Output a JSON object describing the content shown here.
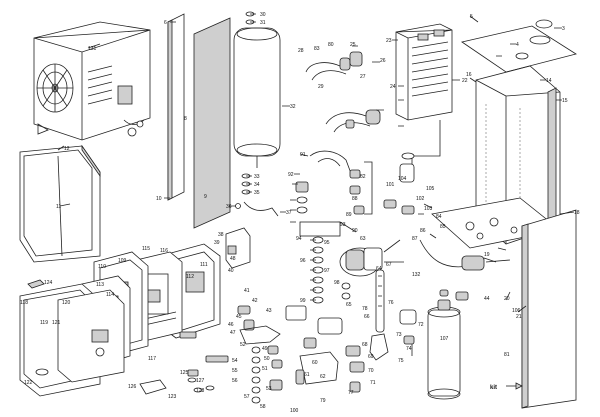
{
  "kit_label": "kit",
  "labels": [
    {
      "id": "ref-131",
      "text": "131"
    },
    {
      "id": "ref-12",
      "text": "12"
    },
    {
      "id": "ref-11",
      "text": "11"
    },
    {
      "id": "ref-6",
      "text": "6"
    },
    {
      "id": "ref-30",
      "text": "30"
    },
    {
      "id": "ref-31",
      "text": "31"
    },
    {
      "id": "ref-32",
      "text": "32"
    },
    {
      "id": "ref-33",
      "text": "33"
    },
    {
      "id": "ref-34",
      "text": "34"
    },
    {
      "id": "ref-35",
      "text": "35"
    },
    {
      "id": "ref-36",
      "text": "36"
    },
    {
      "id": "ref-37",
      "text": "37"
    },
    {
      "id": "ref-10",
      "text": "10"
    },
    {
      "id": "ref-8",
      "text": "8"
    },
    {
      "id": "ref-9",
      "text": "9"
    },
    {
      "id": "ref-23",
      "text": "23"
    },
    {
      "id": "ref-22",
      "text": "22"
    },
    {
      "id": "ref-24",
      "text": "24"
    },
    {
      "id": "ref-25",
      "text": "25"
    },
    {
      "id": "ref-26",
      "text": "26"
    },
    {
      "id": "ref-27",
      "text": "27"
    },
    {
      "id": "ref-28",
      "text": "28"
    },
    {
      "id": "ref-29",
      "text": "29"
    },
    {
      "id": "ref-3",
      "text": "3"
    },
    {
      "id": "ref-4",
      "text": "4"
    },
    {
      "id": "ref-5",
      "text": "5"
    },
    {
      "id": "ref-14",
      "text": "14"
    },
    {
      "id": "ref-15",
      "text": "15"
    },
    {
      "id": "ref-16",
      "text": "16"
    },
    {
      "id": "ref-18",
      "text": "18"
    },
    {
      "id": "ref-19",
      "text": "19"
    },
    {
      "id": "ref-20",
      "text": "20"
    },
    {
      "id": "ref-21",
      "text": "21"
    },
    {
      "id": "ref-80",
      "text": "80"
    },
    {
      "id": "ref-81",
      "text": "81"
    },
    {
      "id": "ref-91",
      "text": "91"
    },
    {
      "id": "ref-92",
      "text": "92"
    },
    {
      "id": "ref-93",
      "text": "93"
    },
    {
      "id": "ref-94",
      "text": "94"
    },
    {
      "id": "ref-95",
      "text": "95"
    },
    {
      "id": "ref-96",
      "text": "96"
    },
    {
      "id": "ref-97",
      "text": "97"
    },
    {
      "id": "ref-98",
      "text": "98"
    },
    {
      "id": "ref-99",
      "text": "99"
    },
    {
      "id": "ref-100",
      "text": "100"
    },
    {
      "id": "ref-101",
      "text": "101"
    },
    {
      "id": "ref-102",
      "text": "102"
    },
    {
      "id": "ref-103",
      "text": "103"
    },
    {
      "id": "ref-104",
      "text": "104"
    },
    {
      "id": "ref-105",
      "text": "105"
    },
    {
      "id": "ref-106",
      "text": "106"
    },
    {
      "id": "ref-107",
      "text": "107"
    },
    {
      "id": "ref-109",
      "text": "109"
    },
    {
      "id": "ref-110",
      "text": "110"
    },
    {
      "id": "ref-111",
      "text": "111"
    },
    {
      "id": "ref-112",
      "text": "112"
    },
    {
      "id": "ref-113",
      "text": "113"
    },
    {
      "id": "ref-114",
      "text": "114"
    },
    {
      "id": "ref-115",
      "text": "115"
    },
    {
      "id": "ref-116",
      "text": "116"
    },
    {
      "id": "ref-117",
      "text": "117"
    },
    {
      "id": "ref-118",
      "text": "118"
    },
    {
      "id": "ref-119",
      "text": "119"
    },
    {
      "id": "ref-120",
      "text": "120"
    },
    {
      "id": "ref-121",
      "text": "121"
    },
    {
      "id": "ref-122",
      "text": "122"
    },
    {
      "id": "ref-123",
      "text": "123"
    },
    {
      "id": "ref-124",
      "text": "124"
    },
    {
      "id": "ref-125",
      "text": "125"
    },
    {
      "id": "ref-126",
      "text": "126"
    },
    {
      "id": "ref-127",
      "text": "127"
    },
    {
      "id": "ref-128",
      "text": "128"
    },
    {
      "id": "ref-132",
      "text": "132"
    },
    {
      "id": "ref-38",
      "text": "38"
    },
    {
      "id": "ref-39",
      "text": "39"
    },
    {
      "id": "ref-40",
      "text": "40"
    },
    {
      "id": "ref-41",
      "text": "41"
    },
    {
      "id": "ref-42",
      "text": "42"
    },
    {
      "id": "ref-43",
      "text": "43"
    },
    {
      "id": "ref-44",
      "text": "44"
    },
    {
      "id": "ref-45",
      "text": "45"
    },
    {
      "id": "ref-46",
      "text": "46"
    },
    {
      "id": "ref-47",
      "text": "47"
    },
    {
      "id": "ref-48",
      "text": "48"
    },
    {
      "id": "ref-49",
      "text": "49"
    },
    {
      "id": "ref-50",
      "text": "50"
    },
    {
      "id": "ref-51",
      "text": "51"
    },
    {
      "id": "ref-52",
      "text": "52"
    },
    {
      "id": "ref-53",
      "text": "53"
    },
    {
      "id": "ref-54",
      "text": "54"
    },
    {
      "id": "ref-55",
      "text": "55"
    },
    {
      "id": "ref-56",
      "text": "56"
    },
    {
      "id": "ref-57",
      "text": "57"
    },
    {
      "id": "ref-58",
      "text": "58"
    },
    {
      "id": "ref-60",
      "text": "60"
    },
    {
      "id": "ref-61",
      "text": "61"
    },
    {
      "id": "ref-62",
      "text": "62"
    },
    {
      "id": "ref-63",
      "text": "63"
    },
    {
      "id": "ref-64",
      "text": "64"
    },
    {
      "id": "ref-65",
      "text": "65"
    },
    {
      "id": "ref-66",
      "text": "66"
    },
    {
      "id": "ref-67",
      "text": "67"
    },
    {
      "id": "ref-68",
      "text": "68"
    },
    {
      "id": "ref-69",
      "text": "69"
    },
    {
      "id": "ref-70",
      "text": "70"
    },
    {
      "id": "ref-71",
      "text": "71"
    },
    {
      "id": "ref-72",
      "text": "72"
    },
    {
      "id": "ref-73",
      "text": "73"
    },
    {
      "id": "ref-74",
      "text": "74"
    },
    {
      "id": "ref-75",
      "text": "75"
    },
    {
      "id": "ref-76",
      "text": "76"
    },
    {
      "id": "ref-77",
      "text": "77"
    },
    {
      "id": "ref-78",
      "text": "78"
    },
    {
      "id": "ref-79",
      "text": "79"
    },
    {
      "id": "ref-82",
      "text": "82"
    },
    {
      "id": "ref-83",
      "text": "83"
    },
    {
      "id": "ref-84",
      "text": "84"
    },
    {
      "id": "ref-85",
      "text": "85"
    },
    {
      "id": "ref-86",
      "text": "86"
    },
    {
      "id": "ref-87",
      "text": "87"
    },
    {
      "id": "ref-88",
      "text": "88"
    },
    {
      "id": "ref-89",
      "text": "89"
    },
    {
      "id": "ref-90",
      "text": "90"
    }
  ]
}
